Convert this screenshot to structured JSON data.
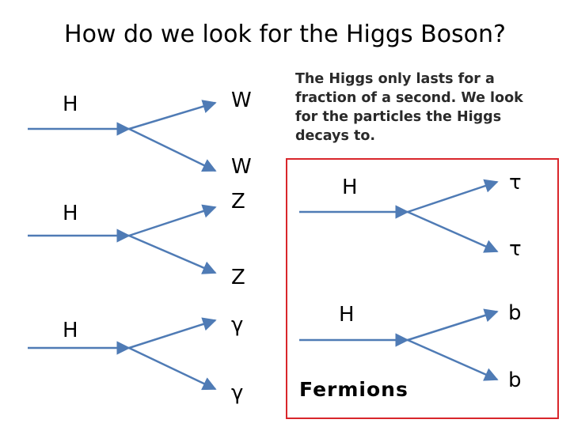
{
  "title": "How do we look for the Higgs Boson?",
  "line_color": "#4f7bb5",
  "frame_color": "#d9262b",
  "left_column": {
    "ww": {
      "parent": "H",
      "products": [
        "W",
        "W"
      ]
    },
    "zz": {
      "parent": "H",
      "products": [
        "Z",
        "Z"
      ]
    },
    "gg": {
      "parent": "H",
      "products": [
        "γ",
        "γ"
      ]
    }
  },
  "right_box": {
    "note": "The Higgs only lasts for a fraction of a second.  We look for the particles the Higgs decays to.",
    "tautau": {
      "parent": "H",
      "products": [
        "τ",
        "τ"
      ]
    },
    "bb": {
      "parent": "H",
      "products": [
        "b",
        "b"
      ]
    },
    "label": "Fermions"
  }
}
